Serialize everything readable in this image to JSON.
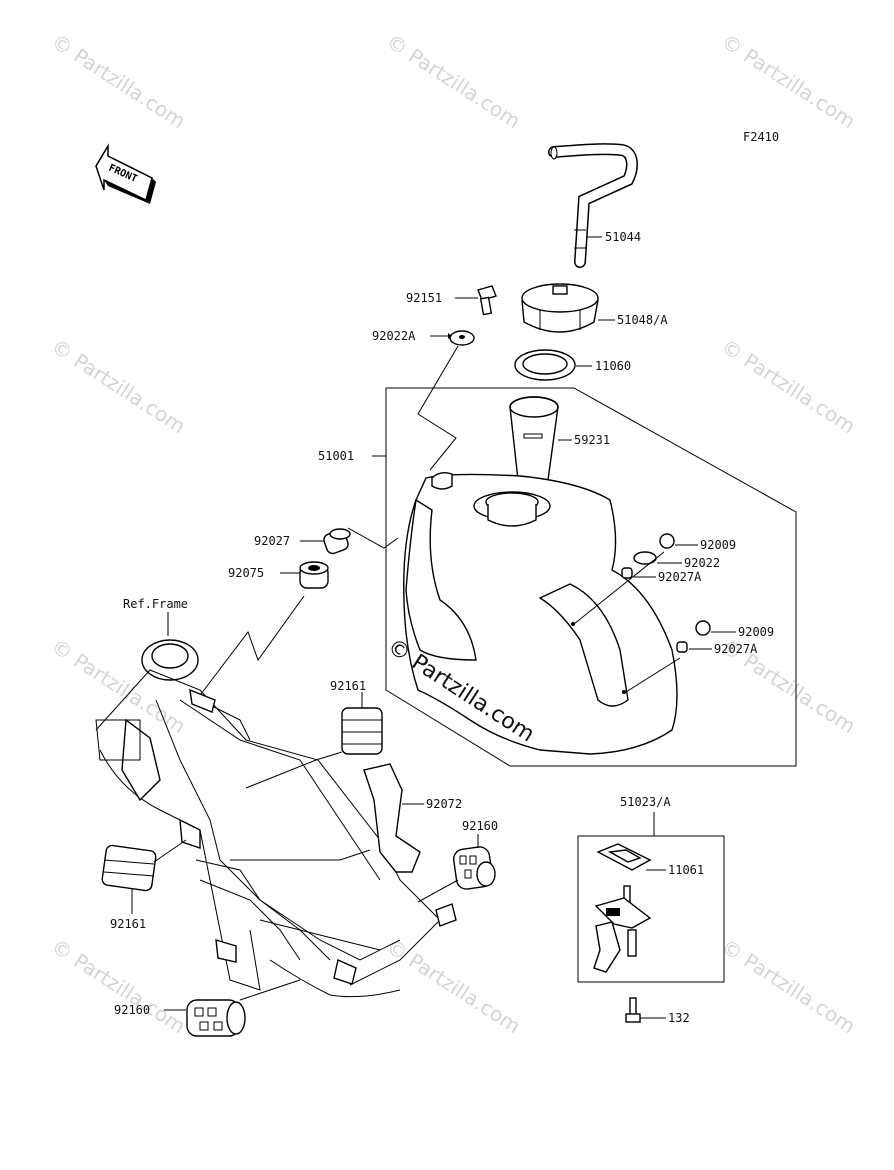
{
  "diagram_code": "F2410",
  "front_badge": "FRONT",
  "ref_label": "Ref.Frame",
  "watermark": "© Partzilla.com",
  "center_watermark": "© Partzilla.com",
  "callouts": {
    "p51044": "51044",
    "p92151": "92151",
    "p51048A": "51048/A",
    "p92022A": "92022A",
    "p11060": "11060",
    "p51001": "51001",
    "p59231": "59231",
    "p92027": "92027",
    "p92075": "92075",
    "p92009a": "92009",
    "p92022": "92022",
    "p92027Aa": "92027A",
    "p92009b": "92009",
    "p92027Ab": "92027A",
    "p92161a": "92161",
    "p92072": "92072",
    "p92160a": "92160",
    "p92161b": "92161",
    "p92160b": "92160",
    "p51023A": "51023/A",
    "p11061": "11061",
    "p132": "132"
  }
}
